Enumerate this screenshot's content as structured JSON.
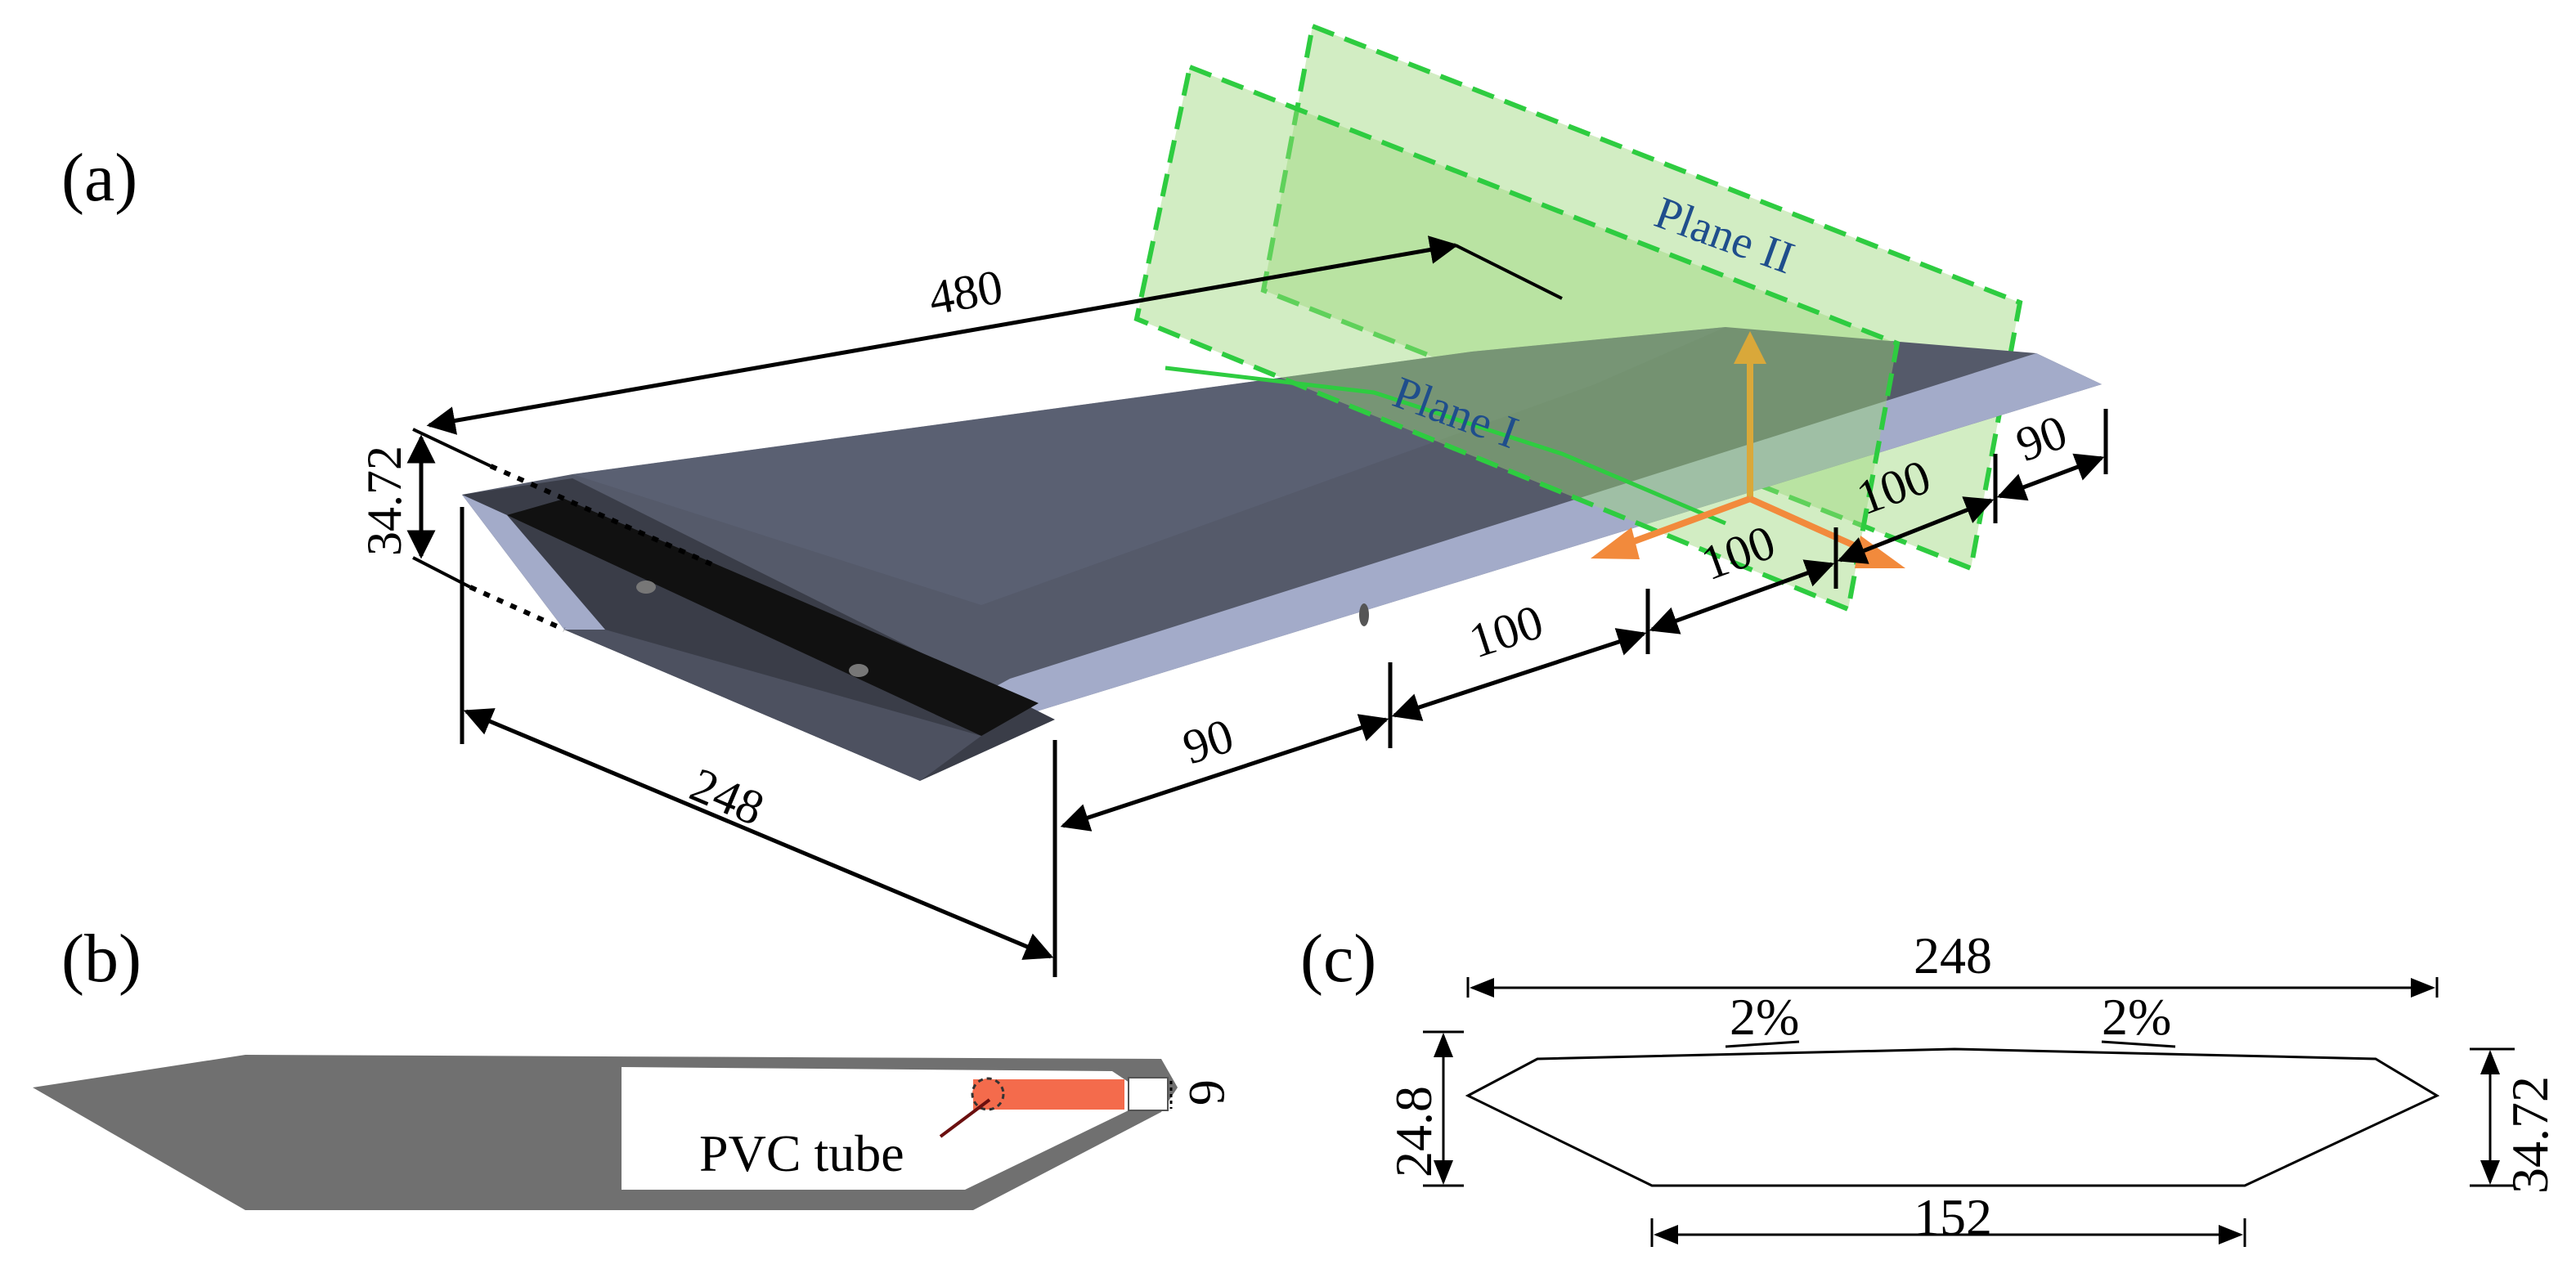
{
  "panels": {
    "a": {
      "label": "(a)"
    },
    "b": {
      "label": "(b)"
    },
    "c": {
      "label": "(c)"
    }
  },
  "panel_a": {
    "length": "480",
    "height": "34.72",
    "width": "248",
    "segments": [
      "90",
      "100",
      "100",
      "100",
      "90"
    ],
    "plane_1": "Plane I",
    "plane_2": "Plane II"
  },
  "panel_b": {
    "tube_label": "PVC tube",
    "tube_dim": "6"
  },
  "panel_c": {
    "top_width": "248",
    "bottom_width": "152",
    "slope_left": "2%",
    "slope_right": "2%",
    "edge_height": "24.8",
    "total_height": "34.72"
  },
  "colors": {
    "deck_top": "#555a6a",
    "deck_side": "#a3abc9",
    "plane_fill": "#9bd67a",
    "plane_edge": "#2ecc40",
    "axis_vertical": "#d9a83a",
    "axis_horizontal": "#f28a3c",
    "section_gray": "#707070",
    "pvc_tube": "#f46b4c",
    "plane_text": "#1f4e8c"
  }
}
